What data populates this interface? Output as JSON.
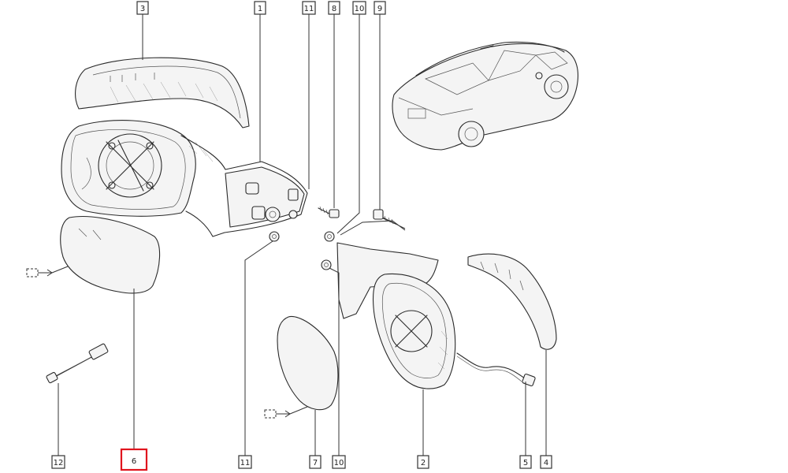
{
  "accent_color": "#e0141e",
  "callouts": [
    {
      "id": "c3",
      "label": "3",
      "highlight": false
    },
    {
      "id": "c1",
      "label": "1",
      "highlight": false
    },
    {
      "id": "c11t",
      "label": "11",
      "highlight": false
    },
    {
      "id": "c8",
      "label": "8",
      "highlight": false
    },
    {
      "id": "c10t",
      "label": "10",
      "highlight": false
    },
    {
      "id": "c9",
      "label": "9",
      "highlight": false
    },
    {
      "id": "c12",
      "label": "12",
      "highlight": false
    },
    {
      "id": "c6",
      "label": "6",
      "highlight": true
    },
    {
      "id": "c11b",
      "label": "11",
      "highlight": false
    },
    {
      "id": "c7",
      "label": "7",
      "highlight": false
    },
    {
      "id": "c10b",
      "label": "10",
      "highlight": false
    },
    {
      "id": "c2",
      "label": "2",
      "highlight": false
    },
    {
      "id": "c5",
      "label": "5",
      "highlight": false
    },
    {
      "id": "c4",
      "label": "4",
      "highlight": false
    }
  ]
}
